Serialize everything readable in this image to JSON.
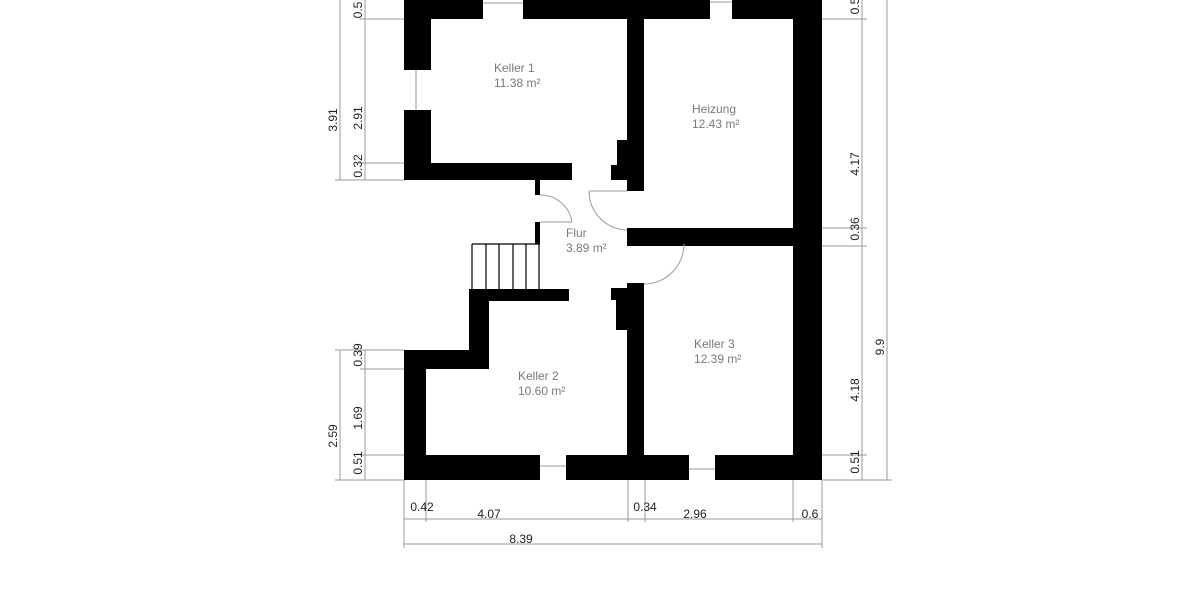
{
  "plan": {
    "colors": {
      "wall": "#000000",
      "dim_line": "#9a9a9a",
      "room_text": "#7a7a7a",
      "dim_text": "#222222",
      "door_arc": "#9a9a9a"
    },
    "rooms": [
      {
        "name": "Keller 1",
        "area": "11.38 m²"
      },
      {
        "name": "Heizung",
        "area": "12.43 m²"
      },
      {
        "name": "Flur",
        "area": "3.89 m²"
      },
      {
        "name": "Keller 2",
        "area": "10.60 m²"
      },
      {
        "name": "Keller 3",
        "area": "12.39 m²"
      }
    ],
    "dimensions": {
      "left_top": {
        "a": "0.5",
        "b": "2.91",
        "c": "0.32",
        "total": "3.91"
      },
      "left_bottom": {
        "a": "0.39",
        "b": "1.69",
        "c": "0.51",
        "total": "2.59"
      },
      "right": {
        "a": "0.5",
        "b": "4.17",
        "c": "0.36",
        "d": "4.18",
        "e": "0.51",
        "total": "9.9"
      },
      "bottom": {
        "a": "0.42",
        "b": "4.07",
        "c": "0.34",
        "d": "2.96",
        "e": "0.6",
        "total": "8.39"
      }
    }
  }
}
